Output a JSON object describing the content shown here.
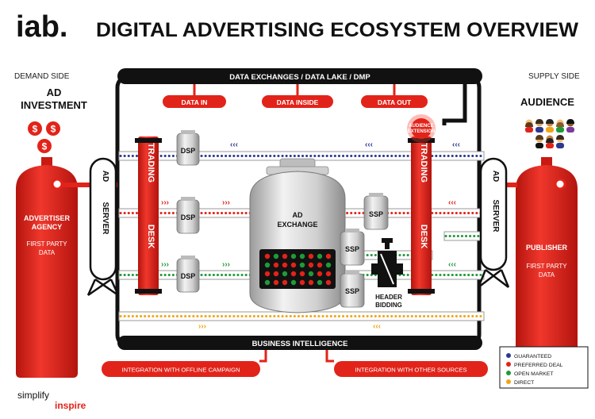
{
  "header": {
    "logo": "iab.",
    "title": "DIGITAL ADVERTISING ECOSYSTEM OVERVIEW"
  },
  "sides": {
    "demand": "DEMAND SIDE",
    "supply": "SUPPLY SIDE"
  },
  "demand": {
    "investment_line1": "AD",
    "investment_line2": "INVESTMENT",
    "agency_line1": "ADVERTISER",
    "agency_line2": "AGENCY",
    "data_line1": "FIRST PARTY",
    "data_line2": "DATA",
    "coin_symbol": "$"
  },
  "supply": {
    "audience": "AUDIENCE",
    "publisher": "PUBLISHER",
    "data_line1": "FIRST PARTY",
    "data_line2": "DATA"
  },
  "top_bar": {
    "label": "DATA EXCHANGES / DATA LAKE / DMP",
    "data_in": "DATA IN",
    "data_inside": "DATA INSIDE",
    "data_out": "DATA OUT"
  },
  "ad_server": {
    "word1": "AD",
    "word2": "SERVER"
  },
  "trading_desk": {
    "word1": "TRADING",
    "word2": "DESK"
  },
  "audience_extension": {
    "line1": "AUDIENCE",
    "line2": "EXTENSION"
  },
  "dsp_label": "DSP",
  "ssp_label": "SSP",
  "ad_exchange": {
    "line1": "AD",
    "line2": "EXCHANGE"
  },
  "header_bidding": {
    "line1": "HEADER",
    "line2": "BIDDING"
  },
  "bottom_bar": {
    "label": "BUSINESS INTELLIGENCE",
    "integration_offline": "INTEGRATION WITH OFFLINE CAMPAIGN",
    "integration_other": "INTEGRATION WITH OTHER SOURCES"
  },
  "legend": [
    {
      "label": "GUARANTEED",
      "color": "#2b3a8f"
    },
    {
      "label": "PREFERRED DEAL",
      "color": "#e2231a"
    },
    {
      "label": "OPEN MARKET",
      "color": "#1f9a3a"
    },
    {
      "label": "DIRECT",
      "color": "#f2a516"
    }
  ],
  "footer": {
    "simplify": "simplify",
    "inspire": "inspire"
  },
  "colors": {
    "brand_red": "#e2231a",
    "pipe_dark": "#111111",
    "tank_grey": "#d9d9d9"
  }
}
